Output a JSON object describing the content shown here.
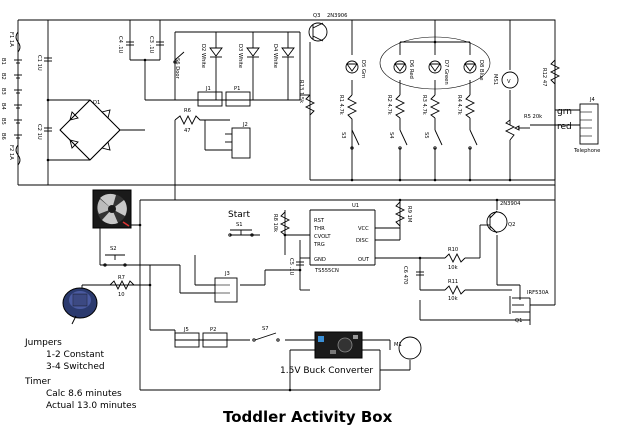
{
  "title": "Toddler Activity Box",
  "notes": {
    "jumpers_heading": "Jumpers",
    "jumper_1": "1-2 Constant",
    "jumper_2": "3-4 Switched",
    "timer_heading": "Timer",
    "timer_calc": "Calc 8.6 minutes",
    "timer_actual": "Actual 13.0 minutes"
  },
  "labels": {
    "start": "Start",
    "buck_converter": "1.5V Buck Converter",
    "grn": "grn",
    "red": "red",
    "telephone": "Telephone",
    "timer_ic": "TS555CN",
    "u1": "U1",
    "q1_part": "IRF530A",
    "q1": "Q1",
    "q2_part": "2N3904",
    "q2": "Q2",
    "q3_part": "2N3906",
    "q3": "Q3"
  },
  "components": {
    "F1": "F1  1A",
    "F2": "F2  1A",
    "C1": "C1  1U",
    "C2": "C2  1U",
    "C3": "C3 .1U",
    "C4": "C4 .1U",
    "C5": "C5 .1U",
    "D1": "D1",
    "B1": "B1",
    "B2": "B2",
    "B3": "B3",
    "B4": "B4",
    "B5": "B5",
    "B6": "B6",
    "S1": "S1",
    "S2": "S2",
    "S3": "S3",
    "S4": "S4",
    "S5": "S5",
    "S6": "S6  Door",
    "S7": "S7",
    "D2": "D2 White",
    "D3": "D3 White",
    "D4": "D4 White",
    "D5": "D5 Grn",
    "D6": "D6 Red",
    "D7": "D7 Green",
    "D8": "D8 Blue",
    "R1": "R1 4.7k",
    "R2": "R2 4.7k",
    "R3": "R3 4.7k",
    "R4": "R4 4.7k",
    "R5": "R5 20k",
    "R6": "R6",
    "R6_val": "47",
    "R7": "R7",
    "R7_val": "10",
    "R8": "R8 10k",
    "R9": "R9 1M",
    "R10": "R10",
    "R10_val": "10k",
    "R11": "R11",
    "R11_val": "10k",
    "R12": "R12 47",
    "R13": "R13 1.5k",
    "C6": "C6 470",
    "M1": "M1",
    "MS1": "MS1",
    "J1": "J1",
    "J2": "J2",
    "J3": "J3",
    "J4": "J4",
    "J5": "J5",
    "P1": "P1",
    "P2": "P2",
    "pin_rst": "RST",
    "pin_thr": "THR",
    "pin_cv": "CVOLT",
    "pin_trg": "TRG",
    "pin_vcc": "VCC",
    "pin_dis": "DISC",
    "pin_gnd": "GND",
    "pin_out": "OUT",
    "meter_v": "V"
  }
}
